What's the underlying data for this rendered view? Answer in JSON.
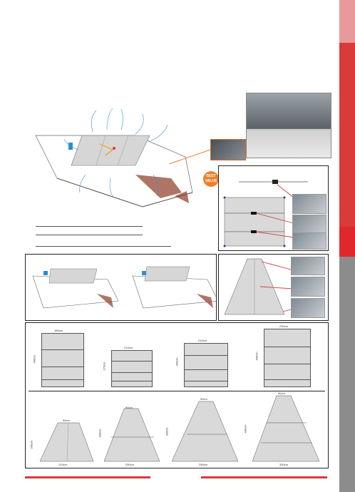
{
  "badge": {
    "line1": "BEST",
    "line2": "VALUE"
  },
  "dims": {
    "bimini_widths": [
      "180cm",
      "210cm",
      "210cm",
      "230cm"
    ],
    "bimini_heights": [
      "400cm",
      "270cm",
      "300cm",
      "400cm"
    ],
    "trap_tops": [
      "90cm",
      "90cm",
      "90cm",
      "90cm"
    ],
    "trap_bottoms": [
      "210cm",
      "250cm",
      "290cm",
      "330cm"
    ],
    "trap_heights": [
      "200cm",
      "300cm",
      "300cm",
      "400cm"
    ]
  },
  "colors": {
    "accent": "#d93a3a",
    "grey_tab": "#8c8c8c",
    "orange": "#f07f2a",
    "canvas": "#d9d9d9"
  }
}
